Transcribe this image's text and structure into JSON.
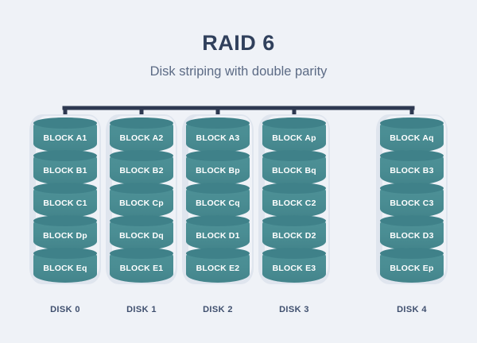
{
  "header": {
    "title": "RAID 6",
    "subtitle": "Disk striping with double parity"
  },
  "colors": {
    "background": "#eff2f7",
    "title": "#30405c",
    "subtitle": "#5c6b85",
    "bus": "#2e3951",
    "disk_casing": "#dfe5ee",
    "block_fill": "#4a8d93",
    "block_top": "#3f8189",
    "block_text": "#ffffff",
    "disk_label": "#3f4f6e"
  },
  "bus": {
    "name": "raid-controller-bus",
    "orientation": "horizontal",
    "drop_count": 5
  },
  "disks": [
    {
      "label": "DISK 0",
      "blocks": [
        "BLOCK A1",
        "BLOCK B1",
        "BLOCK C1",
        "BLOCK Dp",
        "BLOCK Eq"
      ]
    },
    {
      "label": "DISK 1",
      "blocks": [
        "BLOCK A2",
        "BLOCK B2",
        "BLOCK Cp",
        "BLOCK Dq",
        "BLOCK E1"
      ]
    },
    {
      "label": "DISK 2",
      "blocks": [
        "BLOCK A3",
        "BLOCK Bp",
        "BLOCK Cq",
        "BLOCK D1",
        "BLOCK E2"
      ]
    },
    {
      "label": "DISK 3",
      "blocks": [
        "BLOCK Ap",
        "BLOCK Bq",
        "BLOCK C2",
        "BLOCK D2",
        "BLOCK E3"
      ]
    },
    {
      "label": "DISK 4",
      "blocks": [
        "BLOCK Aq",
        "BLOCK B3",
        "BLOCK C3",
        "BLOCK D3",
        "BLOCK Ep"
      ]
    }
  ]
}
